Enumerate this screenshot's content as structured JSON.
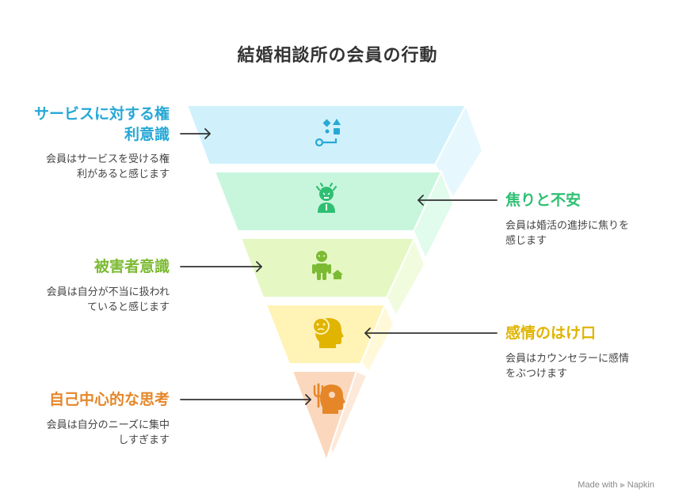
{
  "title": "結婚相談所の会員の行動",
  "layers": [
    {
      "label_line1": "サービスに対する権",
      "label_line2": "利意識",
      "desc_line1": "会員はサービスを受ける権",
      "desc_line2": "利があると感じます",
      "color": "#27a8d6",
      "fill": "#d0f1fb",
      "side": "#e6f8fd"
    },
    {
      "label_line1": "焦りと不安",
      "desc_line1": "会員は婚活の進捗に焦りを",
      "desc_line2": "感じます",
      "color": "#2fbf72",
      "fill": "#c8f6dc",
      "side": "#e1fbec"
    },
    {
      "label_line1": "被害者意識",
      "desc_line1": "会員は自分が不当に扱われ",
      "desc_line2": "ていると感じます",
      "color": "#7cba33",
      "fill": "#e5f8c3",
      "side": "#f1fcdf"
    },
    {
      "label_line1": "感情のはけ口",
      "desc_line1": "会員はカウンセラーに感情",
      "desc_line2": "をぶつけます",
      "color": "#e0b400",
      "fill": "#fff3b6",
      "side": "#fff9d9"
    },
    {
      "label_line1": "自己中心的な思考",
      "desc_line1": "会員は自分のニーズに集中",
      "desc_line2": "しすぎます",
      "color": "#e58629",
      "fill": "#fbd8bd",
      "side": "#fde9d9"
    }
  ],
  "footer": "Made with ⫸ Napkin"
}
